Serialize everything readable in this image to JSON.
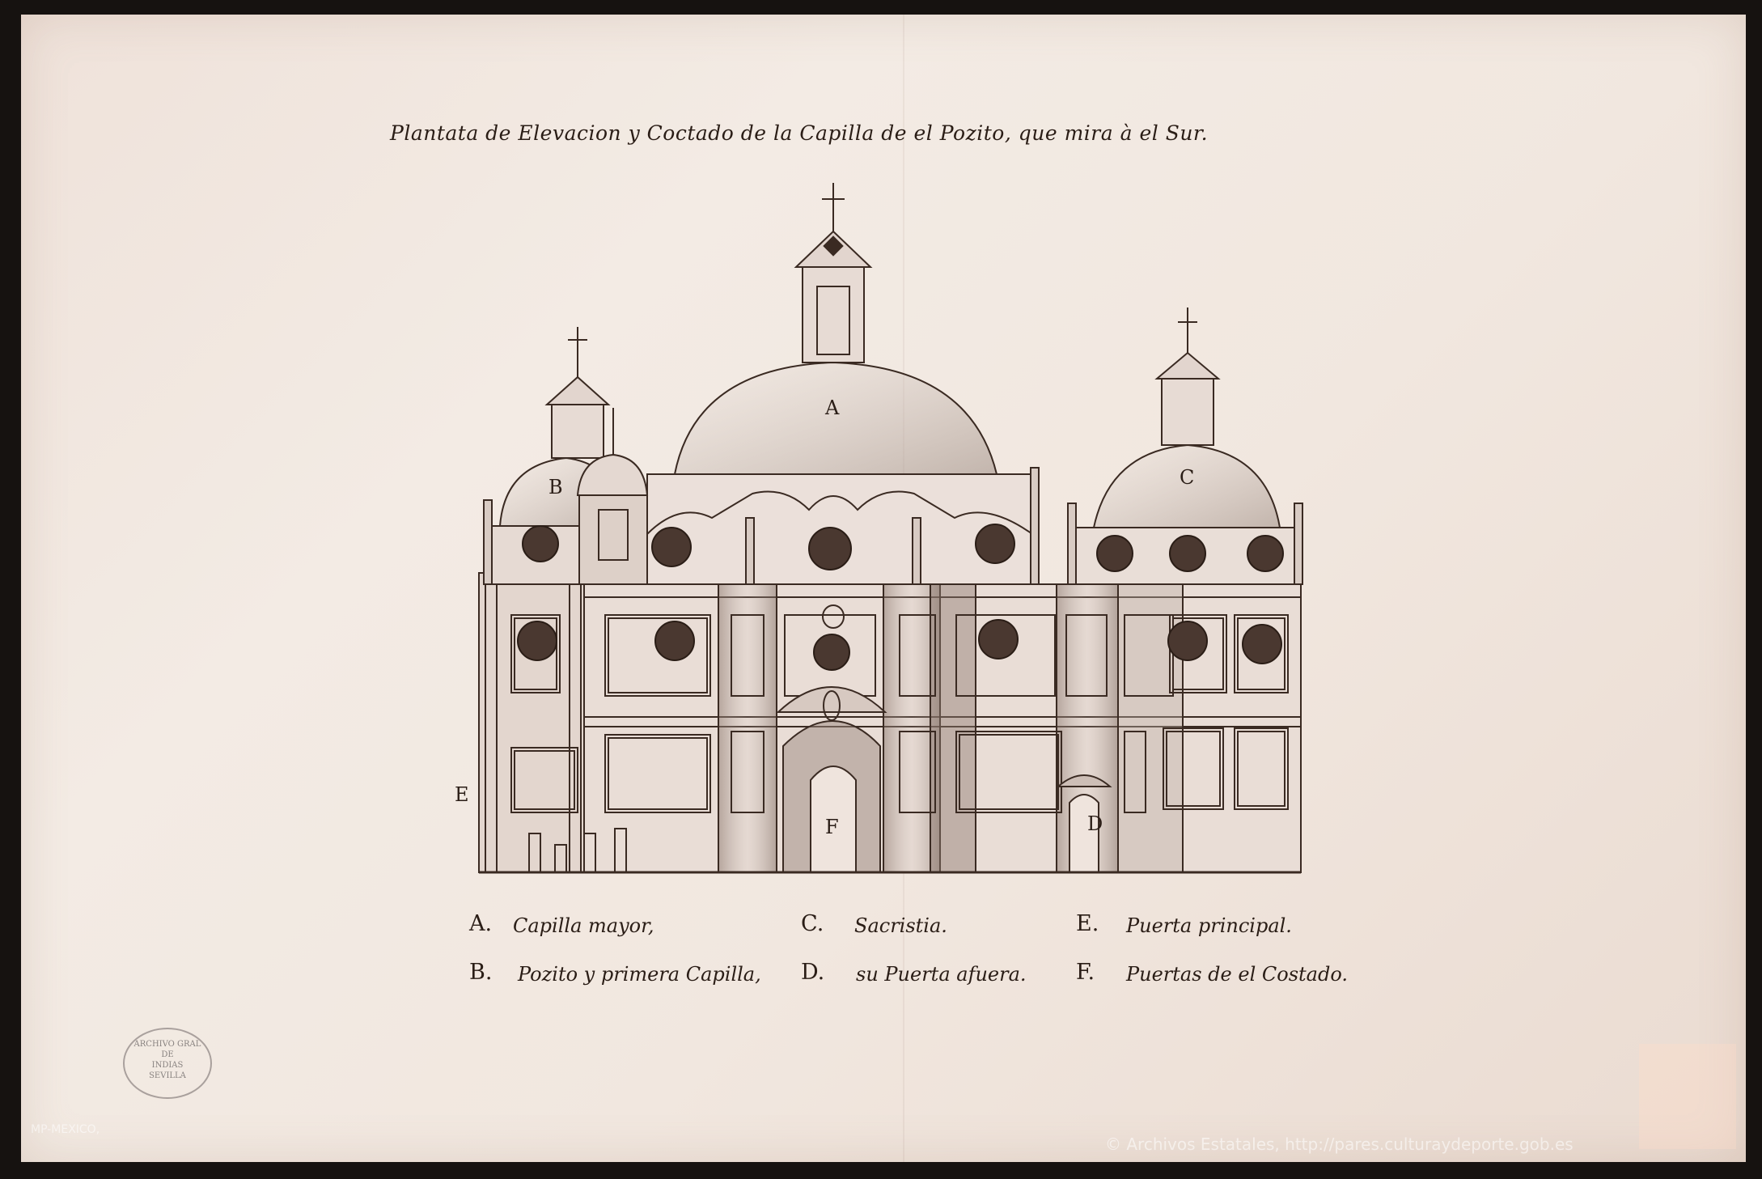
{
  "title": "Plantata de Elevacion y Coctado de la Capilla de el Pozito, que mira à el Sur.",
  "labels": {
    "A": "A",
    "B": "B",
    "C": "C",
    "D": "D",
    "E": "E",
    "F": "F"
  },
  "legend": [
    {
      "letter": "A.",
      "text": "Capilla mayor,"
    },
    {
      "letter": "B.",
      "text": "Pozito y primera Capilla,"
    },
    {
      "letter": "C.",
      "text": "Sacristia."
    },
    {
      "letter": "D.",
      "text": "su Puerta afuera."
    },
    {
      "letter": "E.",
      "text": "Puerta principal."
    },
    {
      "letter": "F.",
      "text": "Puertas de el Costado."
    }
  ],
  "stamp": {
    "line1": "ARCHIVO GRAL",
    "line2": "DE",
    "line3": "INDIAS",
    "line4": "SEVILLA"
  },
  "signature": "MP-MEXICO,",
  "copyright": "© Archivos Estatales, http://pares.culturaydeporte.gob.es"
}
